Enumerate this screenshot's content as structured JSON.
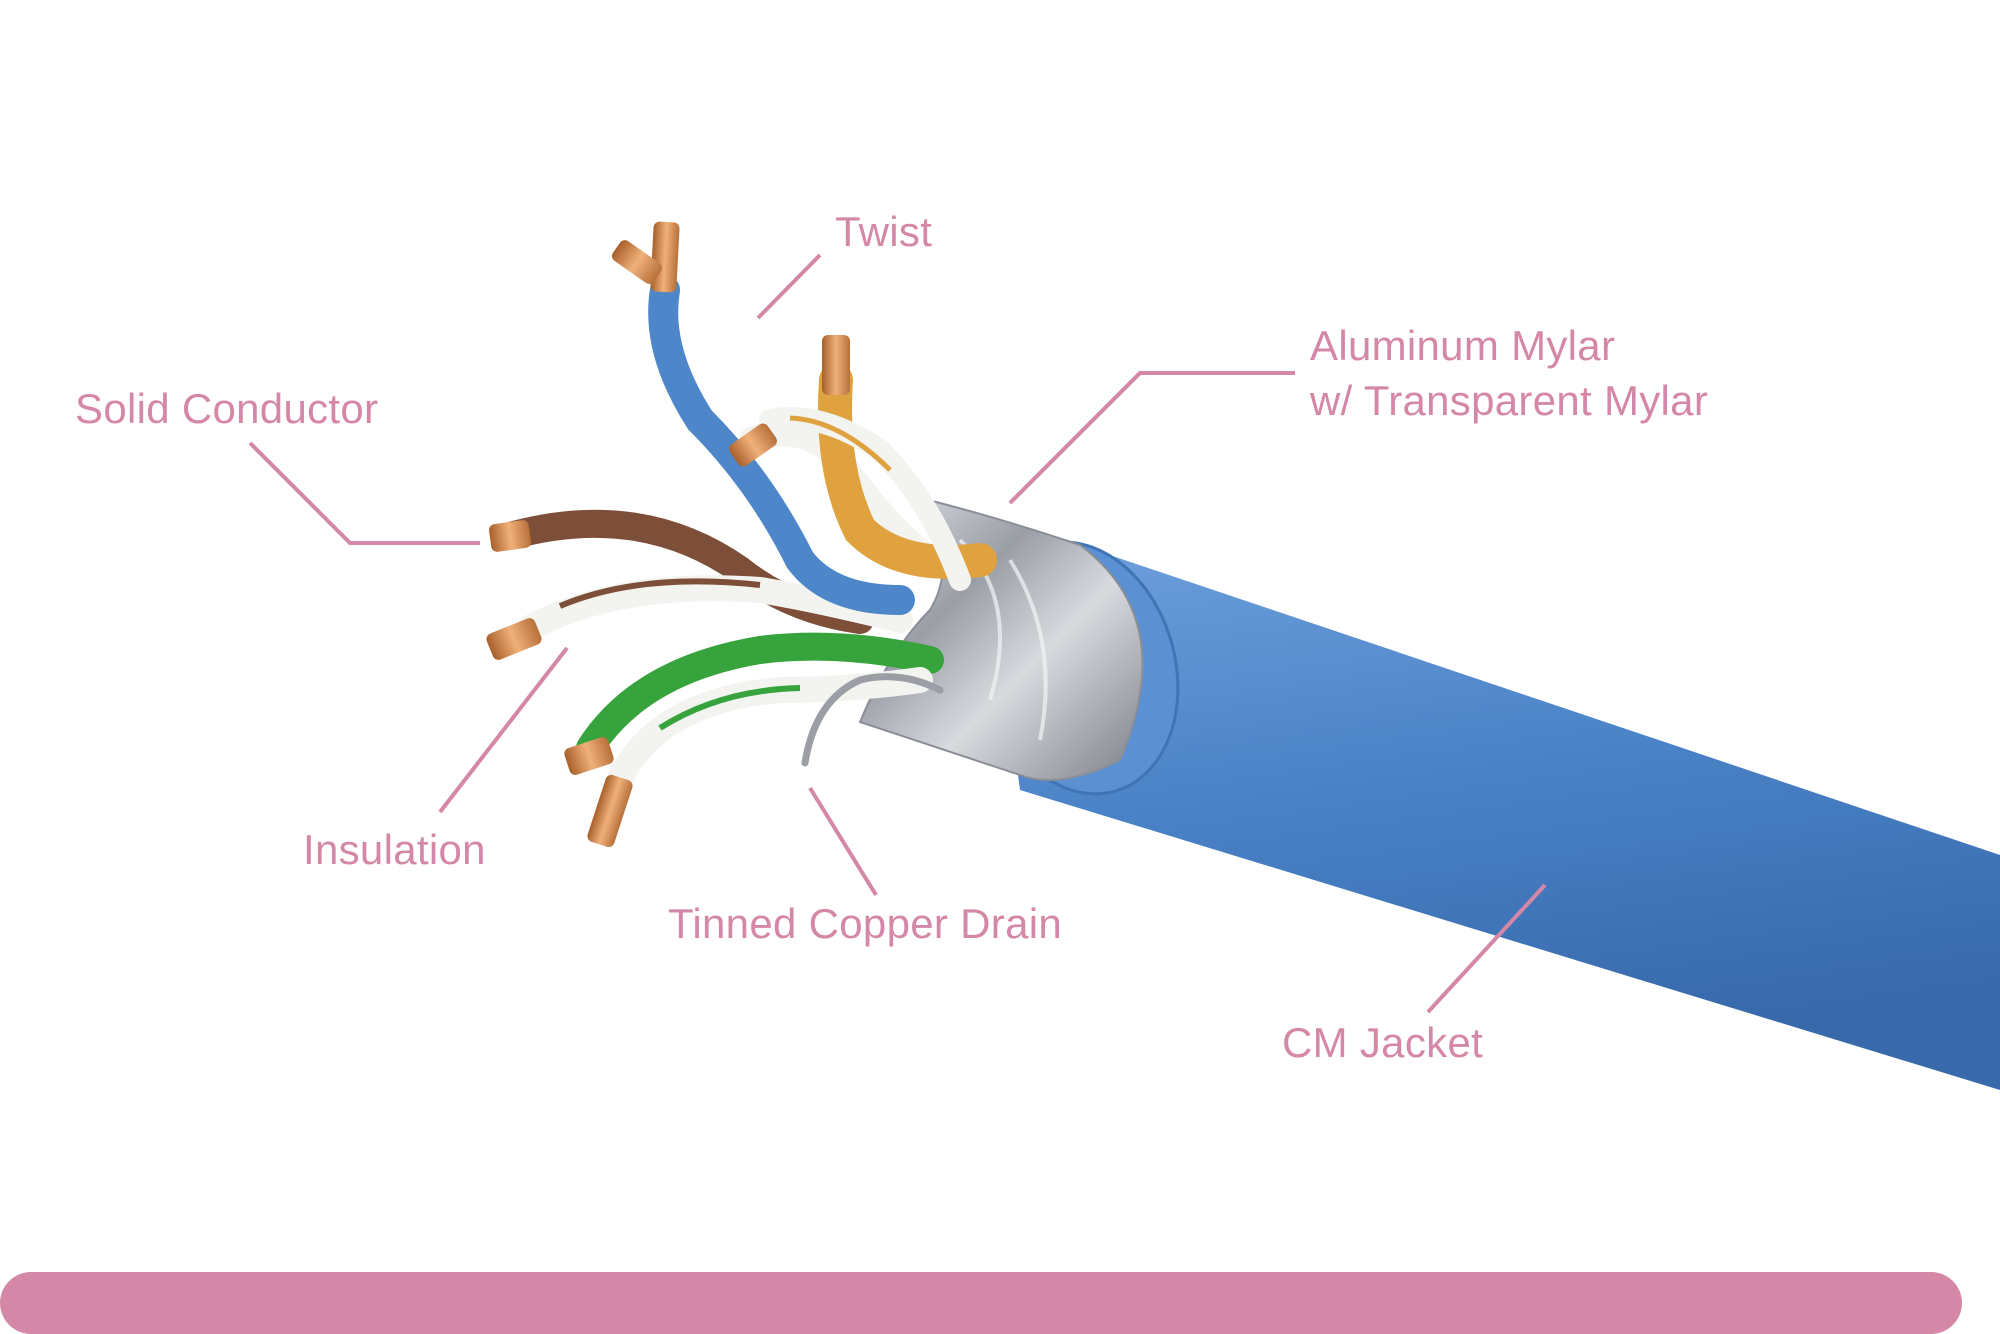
{
  "colors": {
    "label": "#d487a6",
    "leader": "#d487a6",
    "bar": "#d487a6",
    "jacket": "#4a82c7",
    "jacket_light": "#6fa1db",
    "jacket_dark": "#3a6fb0",
    "foil": "#b9bcc2",
    "copper": "#d48a50",
    "brown": "#8a5a40",
    "orange": "#e0a040",
    "green": "#3faa3f",
    "blue_wire": "#4d86c9",
    "white_wire": "#f3f3f0"
  },
  "labels": {
    "twist": "Twist",
    "aluminum_line1": "Aluminum Mylar",
    "aluminum_line2": "w/ Transparent Mylar",
    "solid_conductor": "Solid Conductor",
    "insulation": "Insulation",
    "tinned_copper_drain": "Tinned Copper Drain",
    "cm_jacket": "CM Jacket"
  }
}
